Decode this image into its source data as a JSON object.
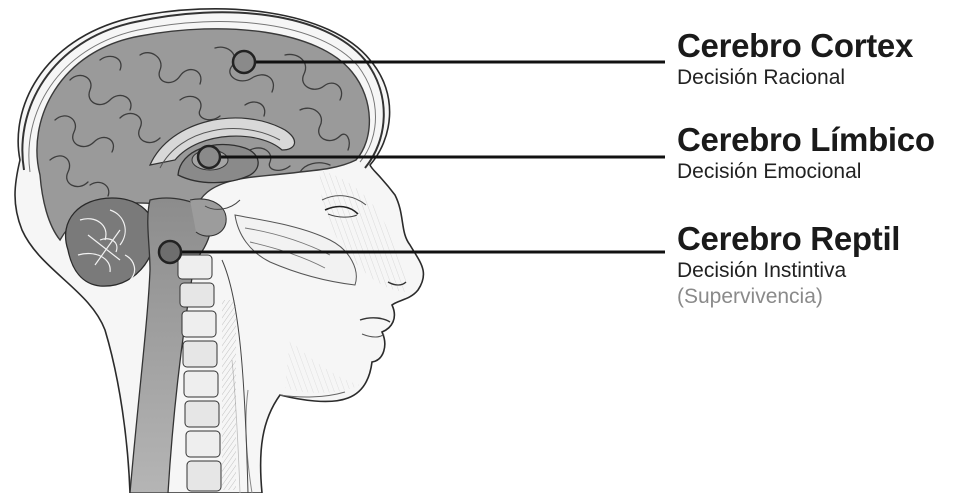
{
  "labels": [
    {
      "title": "Cerebro Cortex",
      "subtitle": "Decisión Racional"
    },
    {
      "title": "Cerebro Límbico",
      "subtitle": "Decisión Emocional"
    },
    {
      "title": "Cerebro Reptil",
      "subtitle": "Decisión Instintiva",
      "note": "(Supervivencia)"
    }
  ],
  "colors": {
    "cortex": "#9a9a9a",
    "limbic": "#8a8a8a",
    "brainstem": "#7d7d7d",
    "leader_line": "#111111",
    "label_text": "#1a1a1a",
    "note_text": "#8a8a8a",
    "skin_outline": "#2b2b2b"
  },
  "icons": {
    "cortex_marker": "circle-marker-icon",
    "limbic_marker": "circle-marker-icon",
    "reptile_marker": "circle-marker-icon"
  }
}
